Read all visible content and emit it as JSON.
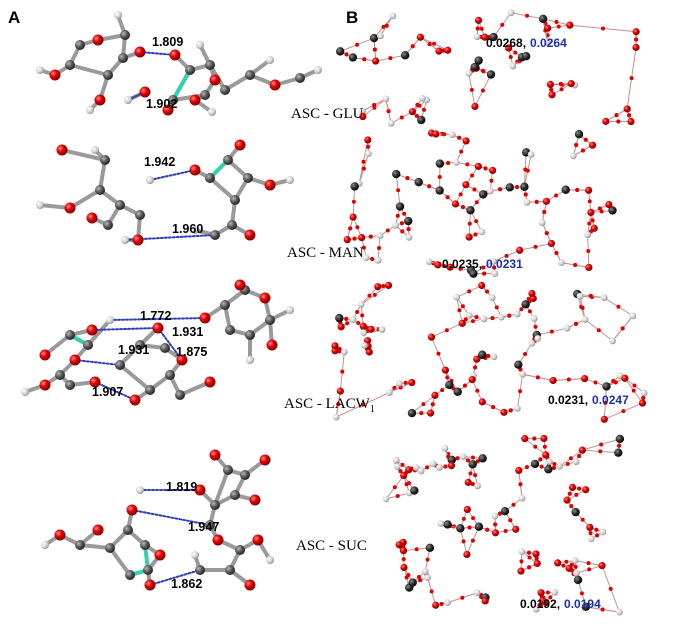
{
  "panels": {
    "a": "A",
    "b": "B"
  },
  "rows": [
    {
      "label": "ASC - GLU",
      "hbonds": [
        "1.809",
        "1.902"
      ],
      "density": {
        "v1": "0.0268,",
        "v2": "0.0264"
      }
    },
    {
      "label": "ASC - MAN",
      "hbonds": [
        "1.942",
        "1.960"
      ],
      "density": {
        "v1": "0.0235,",
        "v2": "0.0231"
      }
    },
    {
      "label_main": "ASC - LACW",
      "label_sub": "1",
      "hbonds": [
        "1.772",
        "1.931",
        "1.931",
        "1.875",
        "1.907"
      ],
      "density": {
        "v1": "0.0231,",
        "v2": "0.0247"
      }
    },
    {
      "label": "ASC - SUC",
      "hbonds": [
        "1.819",
        "1.947",
        "1.862"
      ],
      "density": {
        "v1": "0.0192,",
        "v2": "0.0194"
      }
    }
  ],
  "colors": {
    "oxygen": "#e00000",
    "carbon": "#3a3a3a",
    "hydrogen": "#d4d4d4",
    "hbond": "#2a3cb8",
    "ring_bond": "#2fd3b0",
    "bcp_path": "#c98f8f",
    "value_blue": "#1a2fb0"
  }
}
